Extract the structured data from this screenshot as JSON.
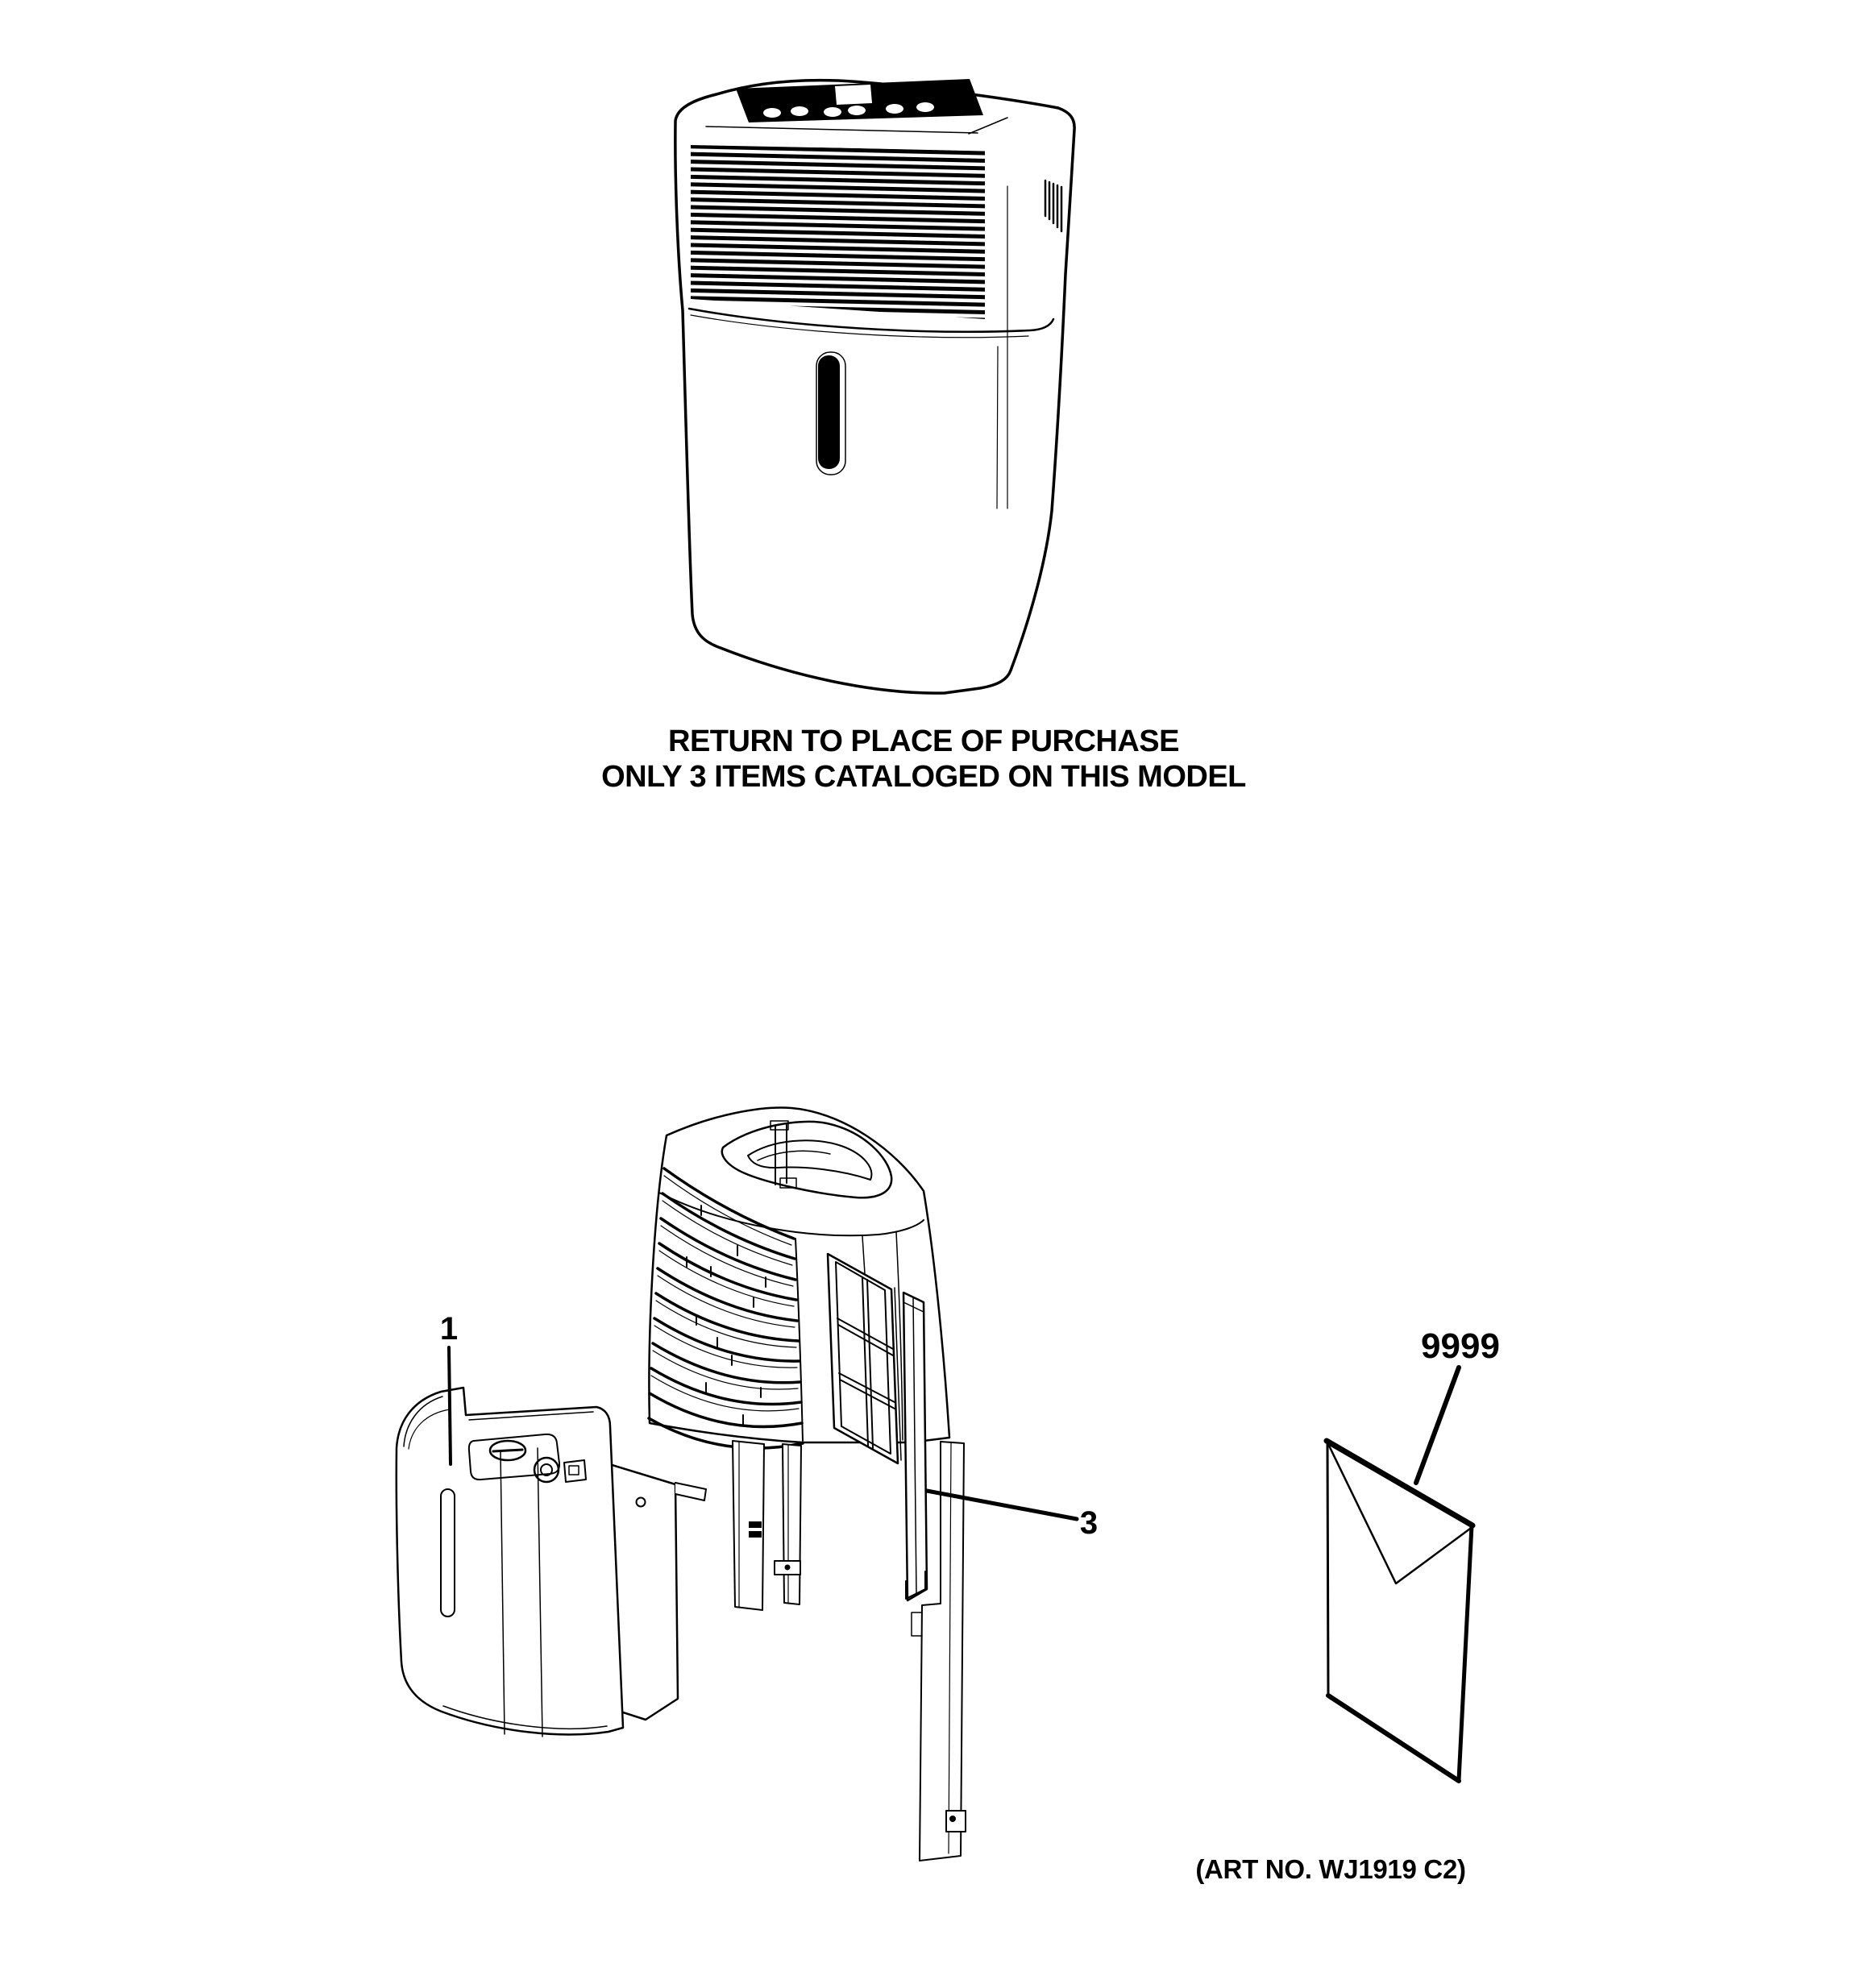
{
  "page": {
    "background_color": "#ffffff",
    "ink_color": "#000000",
    "kind": "appliance parts catalog diagram"
  },
  "caption": {
    "line1": "RETURN TO PLACE OF PURCHASE",
    "line2": "ONLY 3 ITEMS CATALOGED ON THIS MODEL"
  },
  "part_labels": {
    "bucket": "1",
    "filter": "3",
    "literature_kit": "9999"
  },
  "art_number": "(ART NO. WJ1919 C2)",
  "figures": {
    "dehumidifier": "dehumidifier-line-art",
    "bucket": "water-bucket-part",
    "grille_panel": "front-grille-panel-part",
    "filter": "air-filter-part",
    "envelope": "parts-envelope-icon"
  }
}
